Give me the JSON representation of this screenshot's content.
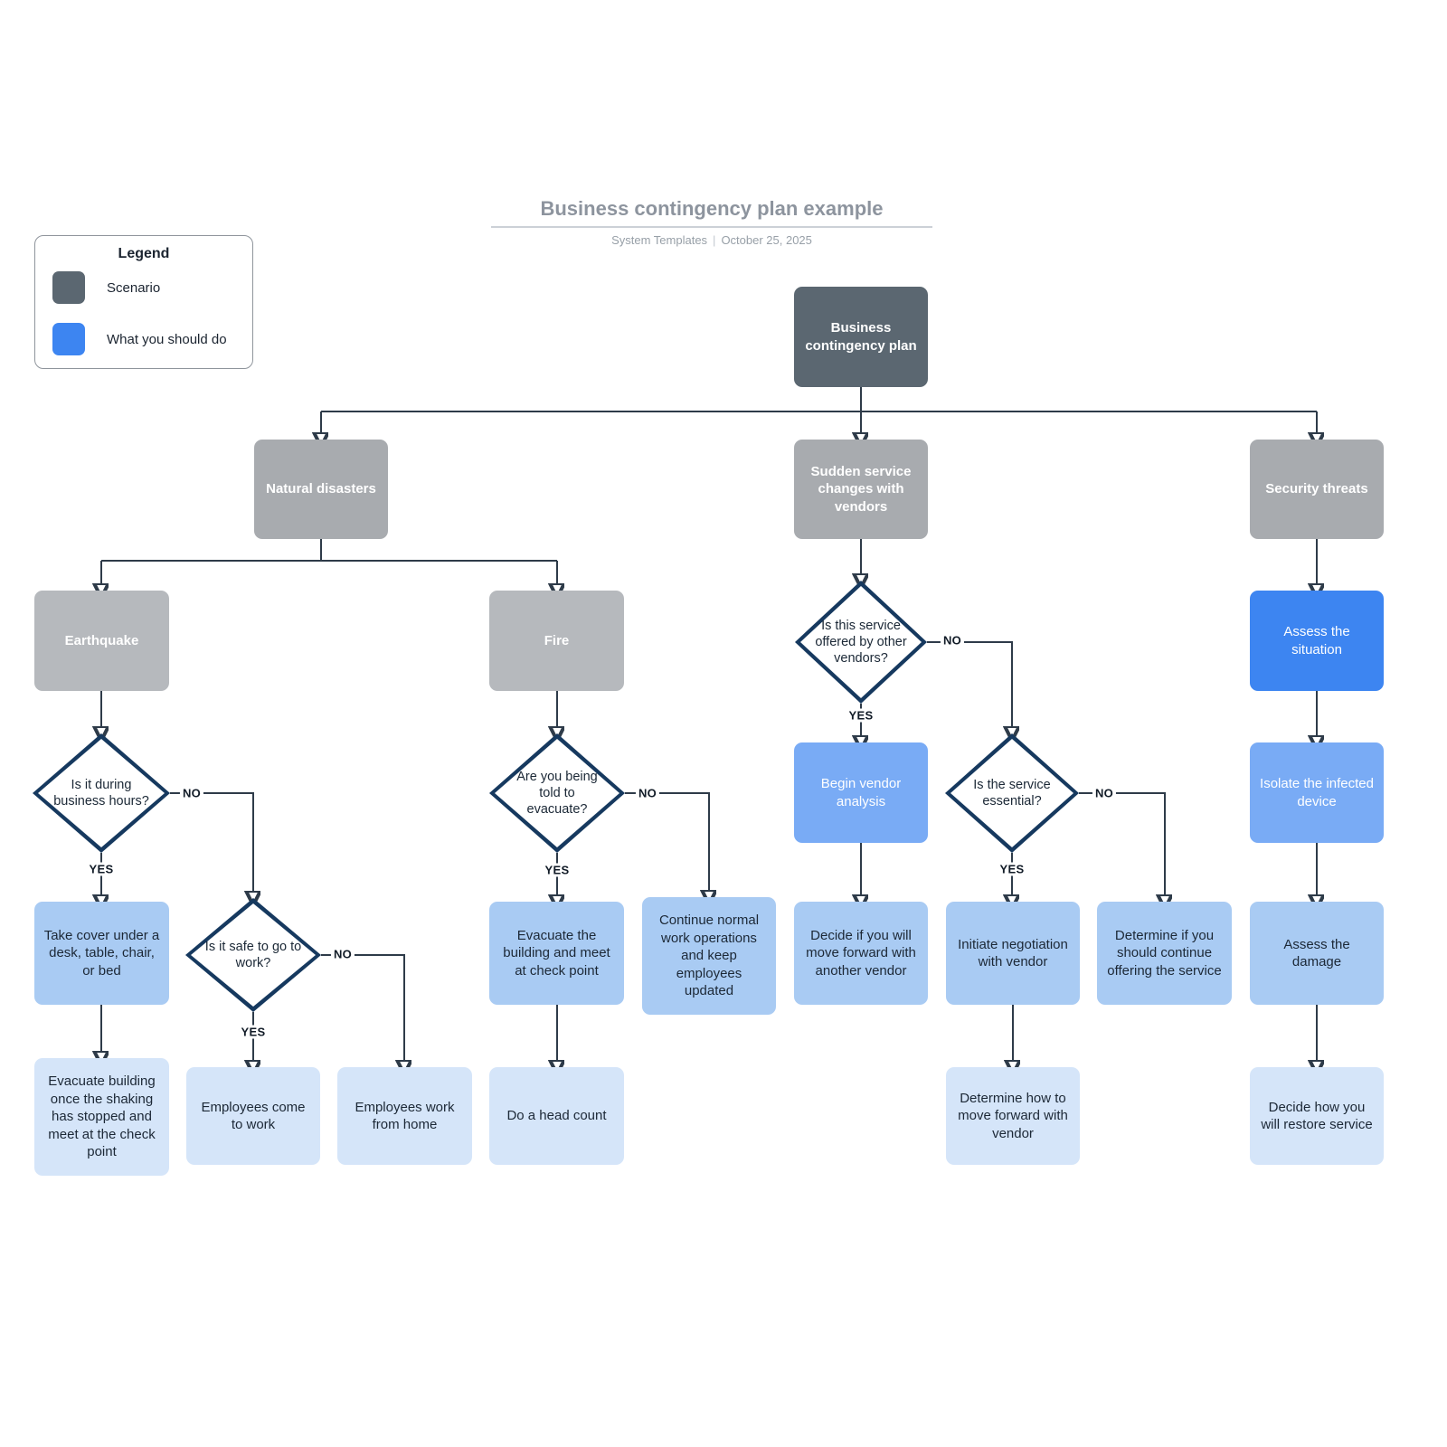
{
  "page": {
    "title": "Business contingency plan example",
    "byline": {
      "source": "System Templates",
      "separator": "|",
      "date": "October 25, 2025"
    }
  },
  "legend": {
    "title": "Legend",
    "items": [
      {
        "label": "Scenario",
        "color": "#5b6771"
      },
      {
        "label": "What you should do",
        "color": "#3d85f1"
      }
    ]
  },
  "edge_labels": {
    "yes": "YES",
    "no": "NO"
  },
  "colors": {
    "scenario_dark": "#5b6771",
    "scenario_mid": "#a8abaf",
    "scenario_light": "#b6b9bd",
    "action_bright": "#3d85f1",
    "action_mid": "#79abf5",
    "action_light": "#a9cbf3",
    "action_pale": "#d5e5f9",
    "decision_border": "#16395f",
    "connector": "#2e3b49"
  },
  "nodes": {
    "root": "Business contingency plan",
    "natural_disasters": "Natural disasters",
    "vendors": "Sudden service changes with vendors",
    "security": "Security threats",
    "earthquake": "Earthquake",
    "fire": "Fire",
    "d_business_hours": "Is it during business hours?",
    "d_safe_work": "Is it safe to go to work?",
    "d_evacuate": "Are you being told to evacuate?",
    "d_other_vendors": "Is this service offered by other vendors?",
    "d_essential": "Is the service essential?",
    "take_cover": "Take cover under a desk, table, chair, or bed",
    "evacuate_building_eq": "Evacuate building once the shaking has stopped and meet at the check point",
    "come_to_work": "Employees come to work",
    "work_from_home": "Employees work from home",
    "evacuate_meet": "Evacuate the building and meet at check point",
    "head_count": "Do a head count",
    "continue_normal": "Continue normal work operations and keep employees updated",
    "begin_vendor_analysis": "Begin vendor analysis",
    "decide_move_forward": "Decide if you will move forward with another vendor",
    "initiate_negotiation": "Initiate negotiation with vendor",
    "determine_continue": "Determine if you should continue offering the service",
    "determine_how_forward": "Determine how to move forward with vendor",
    "assess_situation": "Assess the situation",
    "isolate_device": "Isolate the infected device",
    "assess_damage": "Assess the damage",
    "decide_restore": "Decide how you will restore service"
  }
}
